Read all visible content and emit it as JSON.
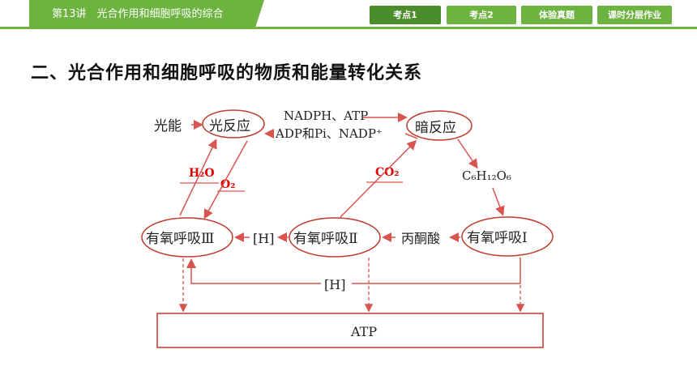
{
  "header": {
    "lesson_title": "第13讲　光合作用和细胞呼吸的综合",
    "nav": [
      "考点1",
      "考点2",
      "体验真题",
      "课时分层作业"
    ]
  },
  "section_title": "二、光合作用和细胞呼吸的物质和能量转化关系",
  "diagram": {
    "light_energy": "光能",
    "light_reaction": "光反应",
    "dark_reaction": "暗反应",
    "forward_products": "NADPH、ATP",
    "return_products": "ADP和Pi、NADP⁺",
    "h2o": "H₂O",
    "o2": "O₂",
    "co2": "CO₂",
    "glucose": "C₆H₁₂O₆",
    "aerobic_3": "有氧呼吸Ⅲ",
    "aerobic_2": "有氧呼吸Ⅱ",
    "aerobic_1": "有氧呼吸Ⅰ",
    "h_label_1": "[H]",
    "h_label_2": "[H]",
    "pyruvate": "丙酮酸",
    "atp_box": "ATP",
    "colors": {
      "arrow": "#d9534f",
      "highlight": "#e00000",
      "outline": "#c0392b"
    }
  }
}
